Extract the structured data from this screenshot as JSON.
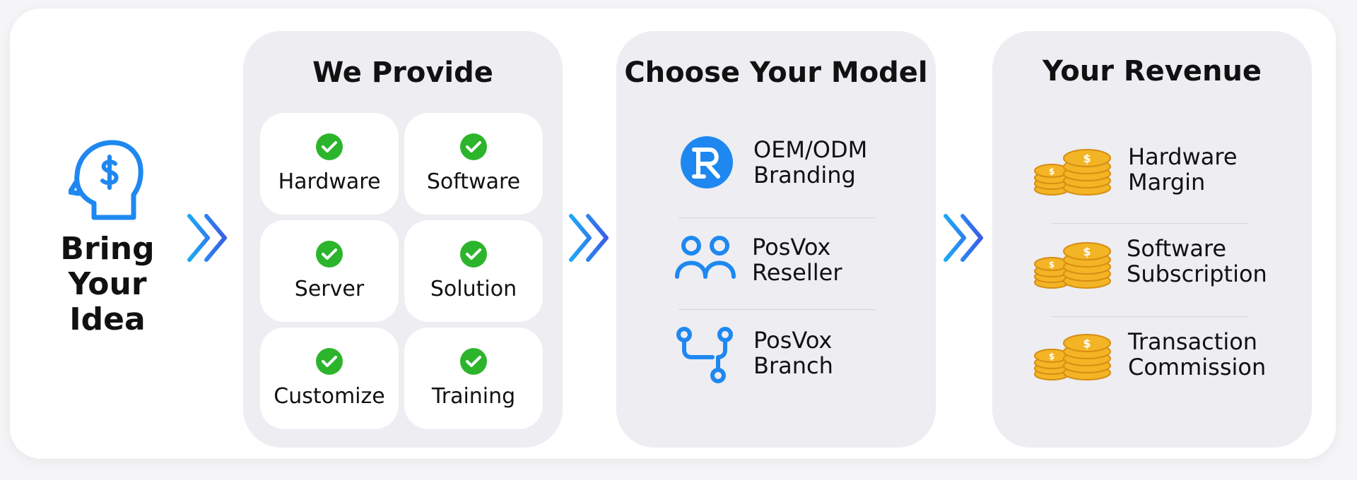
{
  "idea": {
    "title": "Bring Your Idea",
    "icon": "head-dollar-icon"
  },
  "provide": {
    "title": "We Provide",
    "items": [
      {
        "label": "Hardware"
      },
      {
        "label": "Software"
      },
      {
        "label": "Server"
      },
      {
        "label": "Solution"
      },
      {
        "label": "Customize"
      },
      {
        "label": "Training"
      }
    ]
  },
  "model": {
    "title": "Choose Your Model",
    "items": [
      {
        "label": "OEM/ODM\nBranding",
        "icon": "r-logo-icon"
      },
      {
        "label": "PosVox\nReseller",
        "icon": "users-icon"
      },
      {
        "label": "PosVox\nBranch",
        "icon": "branch-icon"
      }
    ]
  },
  "revenue": {
    "title": "Your Revenue",
    "items": [
      {
        "label": "Hardware\nMargin",
        "icon": "coins-icon"
      },
      {
        "label": "Software\nSubscription",
        "icon": "coins-icon"
      },
      {
        "label": "Transaction\nCommission",
        "icon": "coins-icon"
      }
    ]
  },
  "colors": {
    "accent": "#1e88f0",
    "check": "#2cb52c",
    "panel": "#ededf2",
    "coin": "#f3b425"
  }
}
